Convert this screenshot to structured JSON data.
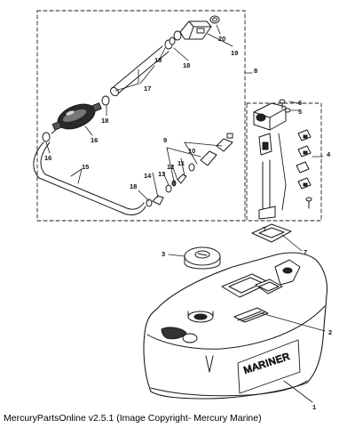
{
  "caption": "MercuryPartsOnline v2.5.1 (Image Copyright- Mercury Marine)",
  "tank_brand": "MARINER",
  "callouts": {
    "c1": "1",
    "c2": "2",
    "c3": "3",
    "c4": "4",
    "c5": "5",
    "c6": "6",
    "c7": "7",
    "c7b": "7",
    "c8": "8",
    "c9": "9",
    "c10": "10",
    "c11": "11",
    "c12": "12",
    "c13": "13",
    "c14": "14",
    "c15": "15",
    "c16a": "16",
    "c16b": "16",
    "c17": "17",
    "c18a": "18",
    "c18b": "18",
    "c18c": "18",
    "c18d": "18",
    "c19": "19",
    "c20": "20"
  }
}
